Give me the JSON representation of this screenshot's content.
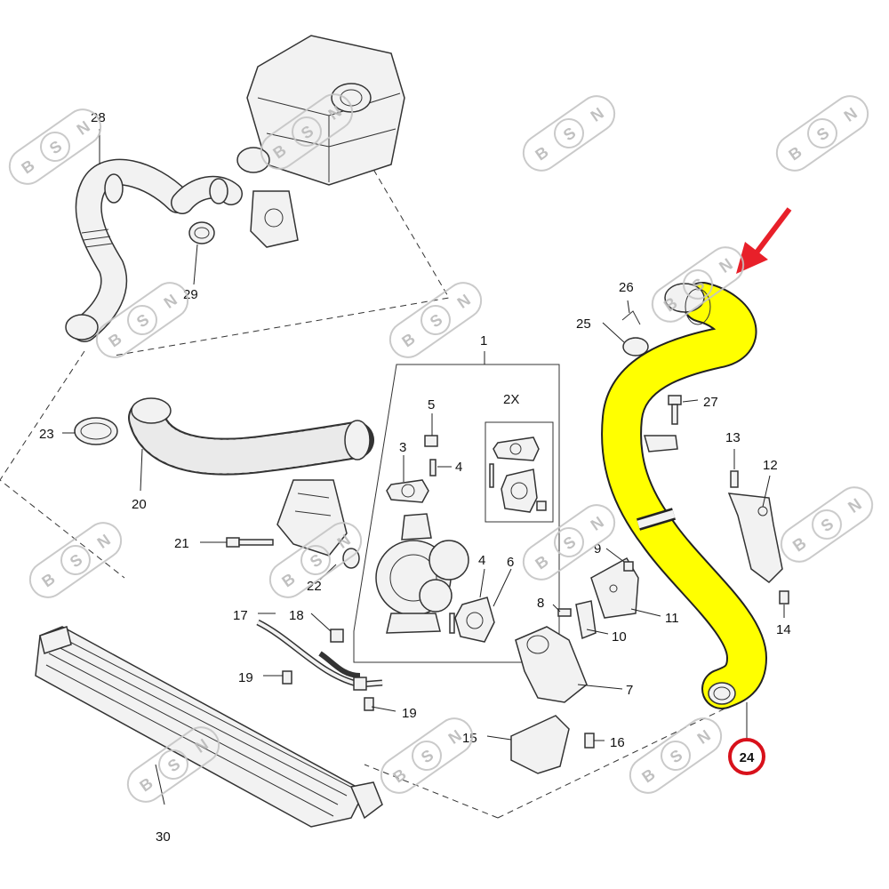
{
  "watermark": {
    "letters": [
      "B",
      "S",
      "N"
    ]
  },
  "highlight": {
    "hose_color": "#ffff00",
    "arrow_color": "#e8202a",
    "circle_color": "#d8111b"
  },
  "callouts": {
    "c1": "1",
    "c2x": "2X",
    "c3": "3",
    "c4a": "4",
    "c4b": "4",
    "c5": "5",
    "c6": "6",
    "c7": "7",
    "c8": "8",
    "c9": "9",
    "c10": "10",
    "c11": "11",
    "c12": "12",
    "c13": "13",
    "c14": "14",
    "c15": "15",
    "c16": "16",
    "c17": "17",
    "c18": "18",
    "c19a": "19",
    "c19b": "19",
    "c20": "20",
    "c21": "21",
    "c22": "22",
    "c23": "23",
    "c24": "24",
    "c25": "25",
    "c26": "26",
    "c27": "27",
    "c28": "28",
    "c29": "29",
    "c30": "30"
  }
}
